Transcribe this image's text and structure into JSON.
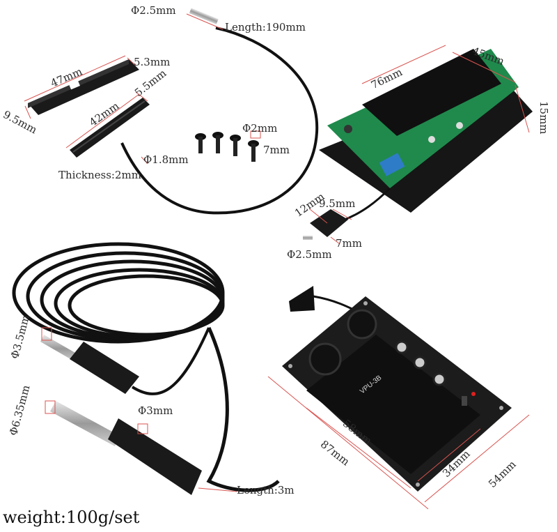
{
  "labels": {
    "cable_tip_dia": "Φ2.5mm",
    "cable_length": "Length:190mm",
    "pickup_short_len": "47mm",
    "pickup_short_h": "5.3mm",
    "pickup_short_w": "9.5mm",
    "pickup_long_len": "42mm",
    "pickup_long_h": "5.5mm",
    "pickup_thickness": "Thickness:2mm",
    "pickup_wire_dia": "Φ1.8mm",
    "screw_dia": "Φ2mm",
    "screw_len": "7mm",
    "board_len": "76mm",
    "board_w": "45mm",
    "board_h": "15mm",
    "jack_w": "12mm",
    "jack_len": "9.5mm",
    "jack_h": "7mm",
    "jack_dia": "Φ2.5mm",
    "plug_small": "Φ3.5mm",
    "plug_large": "Φ6.35mm",
    "cord_dia": "Φ3mm",
    "cord_length": "Length:3m",
    "panel_inner_len": "58mm",
    "panel_outer_len": "87mm",
    "panel_inner_w": "34mm",
    "panel_outer_w": "54mm",
    "weight": "weight:100g/set"
  },
  "product": {
    "panel_brand": "VPU-3B"
  },
  "colors": {
    "dimension_line": "#d9534f",
    "plastic": "#1a1a1a",
    "pcb": "#1f8a4c"
  }
}
